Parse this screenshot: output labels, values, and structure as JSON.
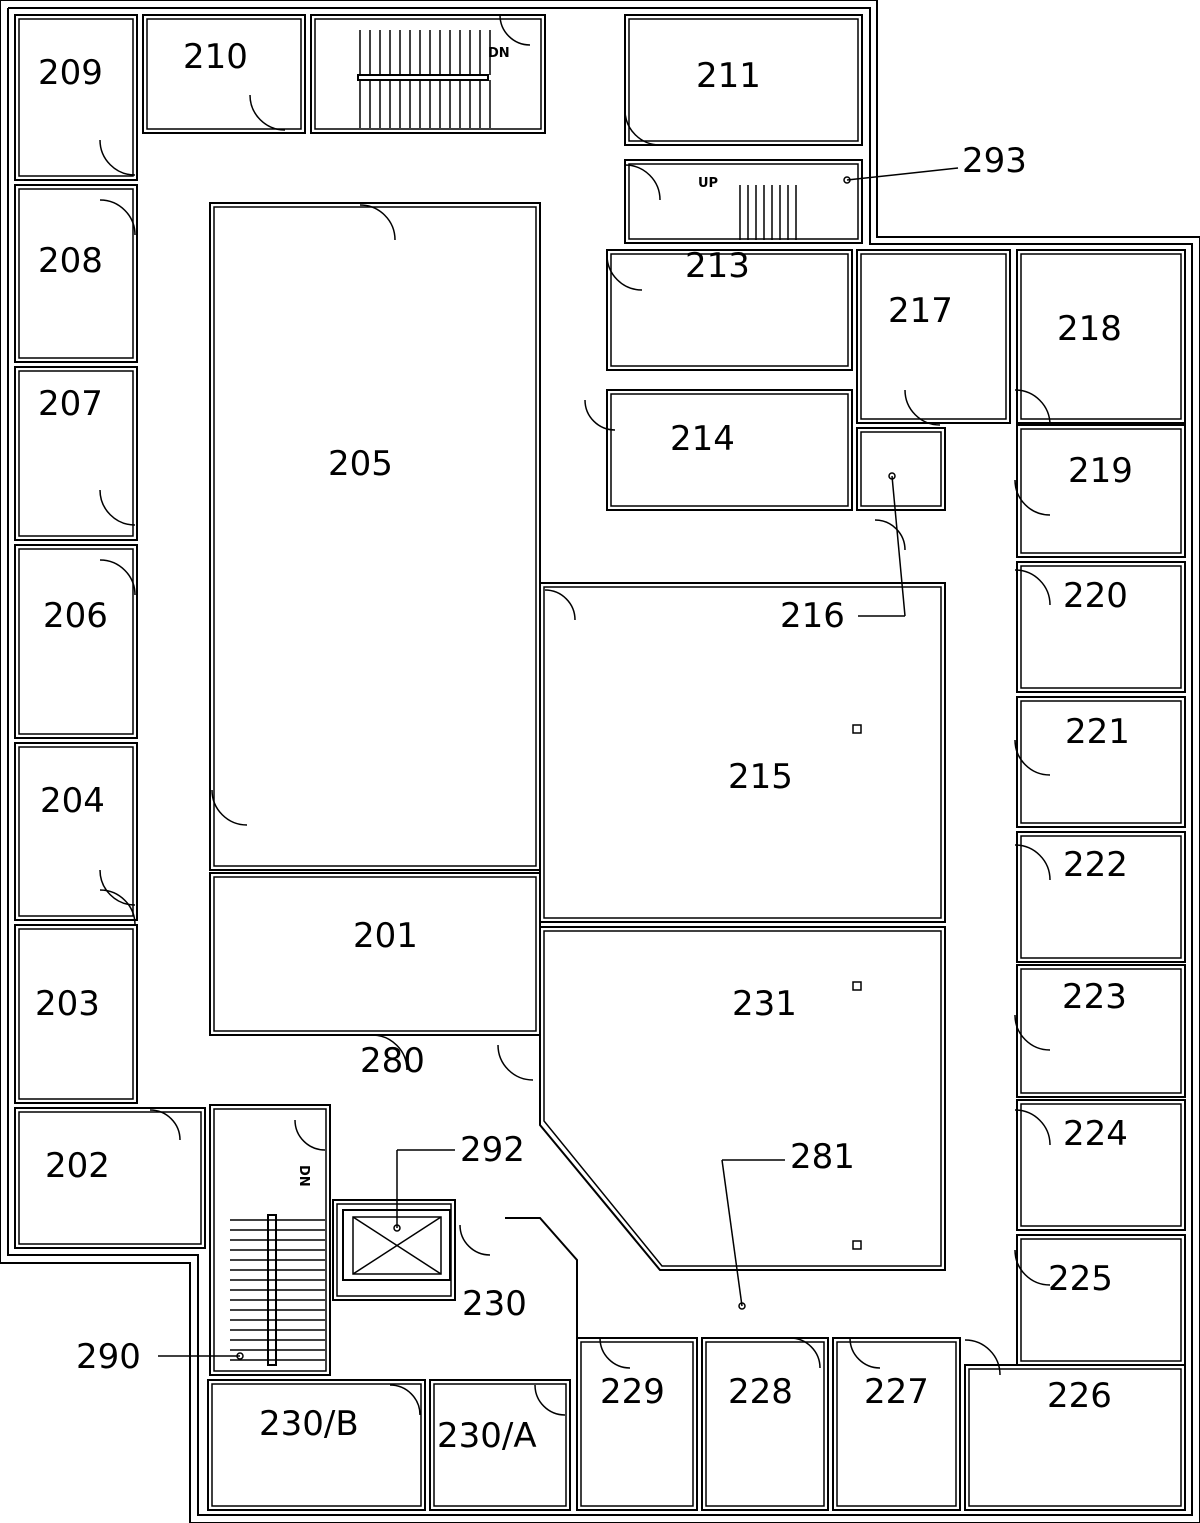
{
  "floor_plan": {
    "rooms": {
      "r209": "209",
      "r210": "210",
      "r211": "211",
      "r293": "293",
      "r208": "208",
      "r213": "213",
      "r217": "217",
      "r218": "218",
      "r207": "207",
      "r205": "205",
      "r214": "214",
      "r219": "219",
      "r216": "216",
      "r206": "206",
      "r220": "220",
      "r215": "215",
      "r221": "221",
      "r204": "204",
      "r222": "222",
      "r201": "201",
      "r223": "223",
      "r203": "203",
      "r231": "231",
      "r280": "280",
      "r224": "224",
      "r202": "202",
      "r292": "292",
      "r281": "281",
      "r225": "225",
      "r290": "290",
      "r230": "230",
      "r226": "226",
      "r230b": "230/B",
      "r230a": "230/A",
      "r229": "229",
      "r228": "228",
      "r227": "227"
    },
    "stair_marks": {
      "dn_top": "DN",
      "up": "UP",
      "dn_bottom": "DN"
    }
  }
}
